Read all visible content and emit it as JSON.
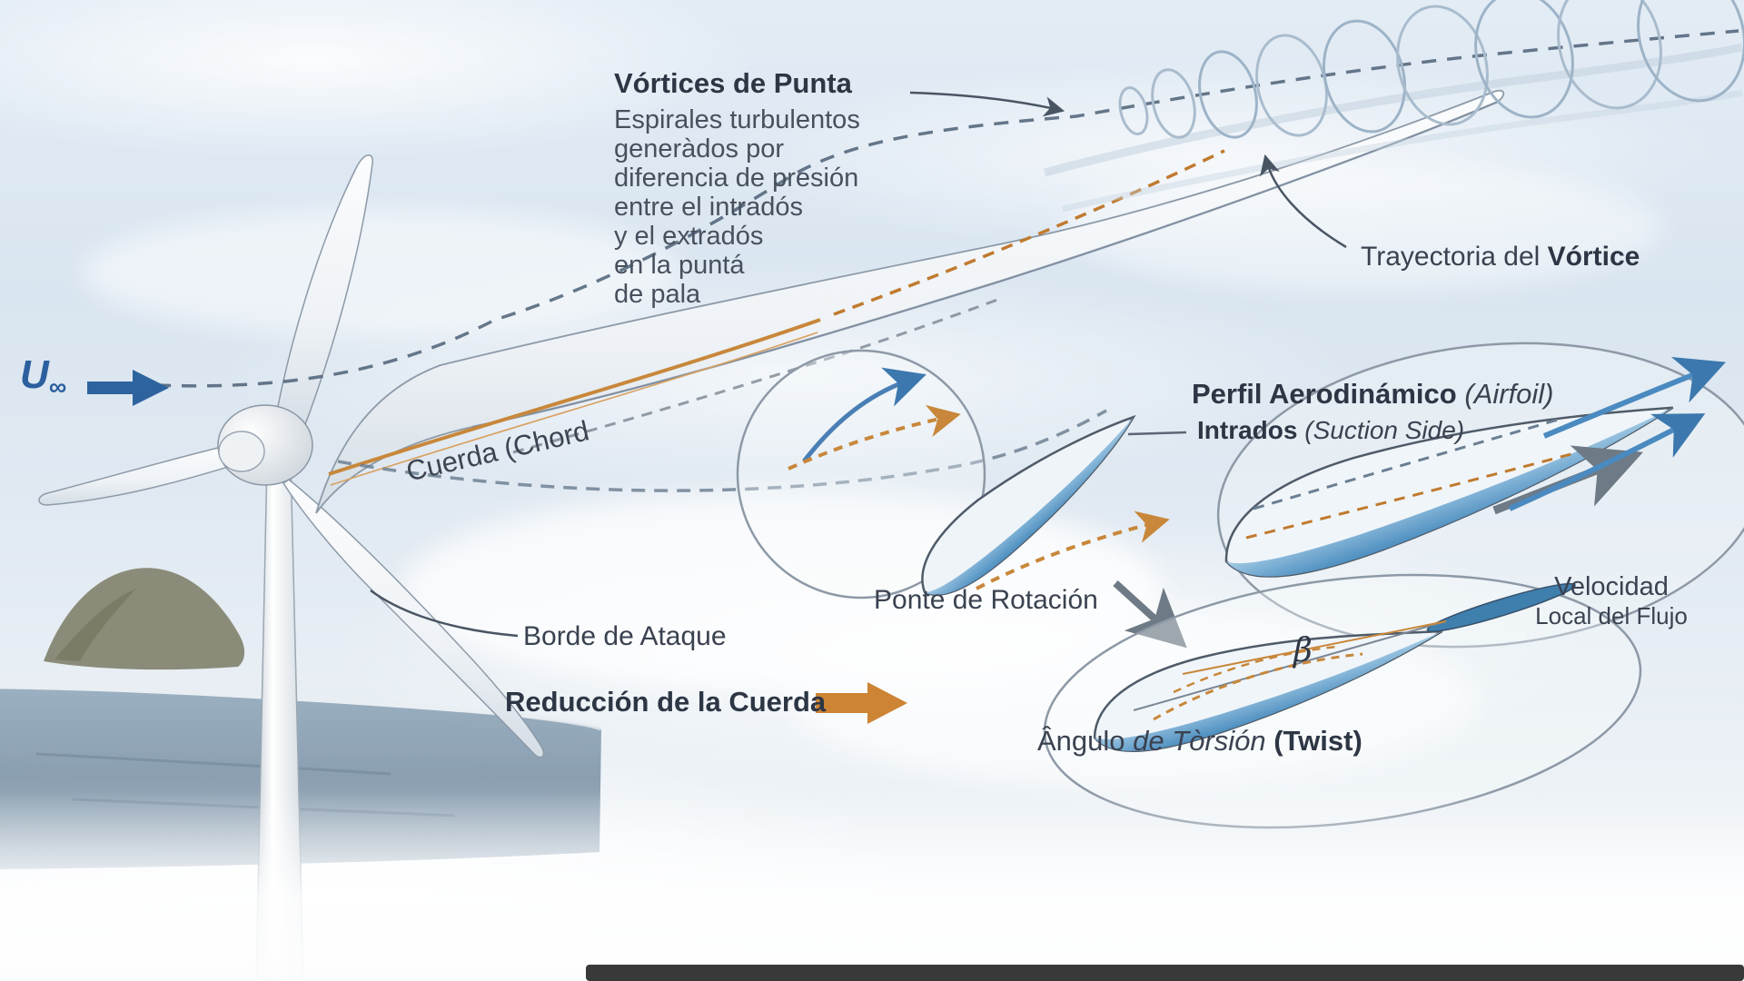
{
  "labels": {
    "u_main": "U",
    "u_sub": "∞",
    "vortices_title": "Vórtices de Punta",
    "vortices_desc_lines": [
      "Espirales turbulentos",
      "generàdos por",
      "diferencia de presión",
      "entre el intradós",
      "y el extradós",
      "en la puntá",
      "de pala"
    ],
    "trayectoria_prefix": "Trayectoria del ",
    "trayectoria_bold": "Vórtice",
    "perfil_bold": "Perfil Aerodinámico",
    "perfil_italic": " (Airfoil)",
    "intrados_bold": "Intrados",
    "intrados_italic": " (Suction Side)",
    "cuerda": "Cuerda  (Chord",
    "borde": "Borde de Ataque",
    "velocidad_line1": "Velocidad",
    "velocidad_line2": "Local del Flujo",
    "ponte": "Ponte de Rotación",
    "reduccion": "Reducción de la Cuerda",
    "angulo_prefix": "Ângulo ",
    "angulo_italic": "de Tòrsión ",
    "angulo_bold": "(Twist)",
    "beta": "β"
  },
  "colors": {
    "text_dark": "#3a4250",
    "heading_dark": "#2d3644",
    "accent_orange": "#c8873a",
    "arrow_blue": "#2e649e",
    "dash_blue": "#4c6076",
    "airfoil_blue": "#4e8fc0",
    "spiral_blue": "#a9bccd",
    "sea": "#7f95a9",
    "blade_white": "#f4f6f8"
  }
}
